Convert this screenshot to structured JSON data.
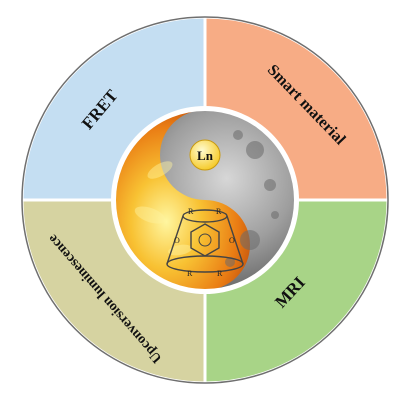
{
  "diagram": {
    "quadrants": [
      {
        "id": "top-left",
        "label": "FRET",
        "color": "#c4def2"
      },
      {
        "id": "top-right",
        "label": "Smart material",
        "color": "#f7ac85"
      },
      {
        "id": "bottom-right",
        "label": "MRI",
        "color": "#a8d487"
      },
      {
        "id": "bottom-left",
        "label": "Upconversion luminescence",
        "color": "#d6d3a1"
      }
    ],
    "center": {
      "ion_label": "Ln",
      "molecule_labels": [
        "R",
        "R",
        "R",
        "R",
        "O",
        "O"
      ],
      "fire_color": "#f09a1a",
      "moon_color": "#8a8a8a"
    },
    "ring_border_color": "#6f6f6f"
  }
}
